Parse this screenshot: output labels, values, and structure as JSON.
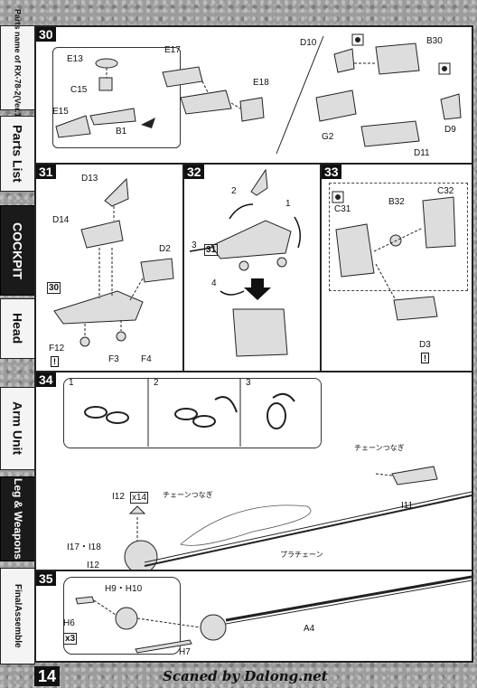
{
  "sidebar": {
    "header": "Parts name of RX-78-2(Ver.1.5)",
    "tabs": [
      {
        "label": "Parts List",
        "active": false
      },
      {
        "label": "COCKPIT",
        "active": true
      },
      {
        "label": "Head",
        "active": false
      },
      {
        "label": "Arm Unit",
        "active": false
      },
      {
        "label": "Leg & Weapons",
        "active": true
      },
      {
        "label": "FinalAssemble",
        "active": false
      }
    ]
  },
  "steps": {
    "s30": {
      "num": "30",
      "labels": [
        "E13",
        "C15",
        "E15",
        "B1",
        "E17",
        "E18",
        "D10",
        "B30",
        "G2",
        "D9",
        "D11"
      ]
    },
    "s31": {
      "num": "31",
      "labels": [
        "D13",
        "D14",
        "D2",
        "30",
        "F12",
        "F3",
        "F4"
      ]
    },
    "s32": {
      "num": "32",
      "labels": [
        "31",
        "1",
        "2",
        "3",
        "4"
      ]
    },
    "s33": {
      "num": "33",
      "labels": [
        "C32",
        "C31",
        "B32",
        "D3"
      ]
    },
    "s34": {
      "num": "34",
      "labels": [
        "I12",
        "x14",
        "I17・I18",
        "I12",
        "I11"
      ],
      "jp_chain_a": "チェーンつなぎ",
      "jp_chain_b": "チェーンつなぎ",
      "jp_plastic_chain": "プラチェーン",
      "substeps": [
        "1",
        "2",
        "3"
      ]
    },
    "s35": {
      "num": "35",
      "labels": [
        "H9・H10",
        "H6",
        "x3",
        "H7",
        "A4"
      ]
    }
  },
  "footer": {
    "page_number": "14",
    "credit": "Scaned by Dalong.net"
  }
}
